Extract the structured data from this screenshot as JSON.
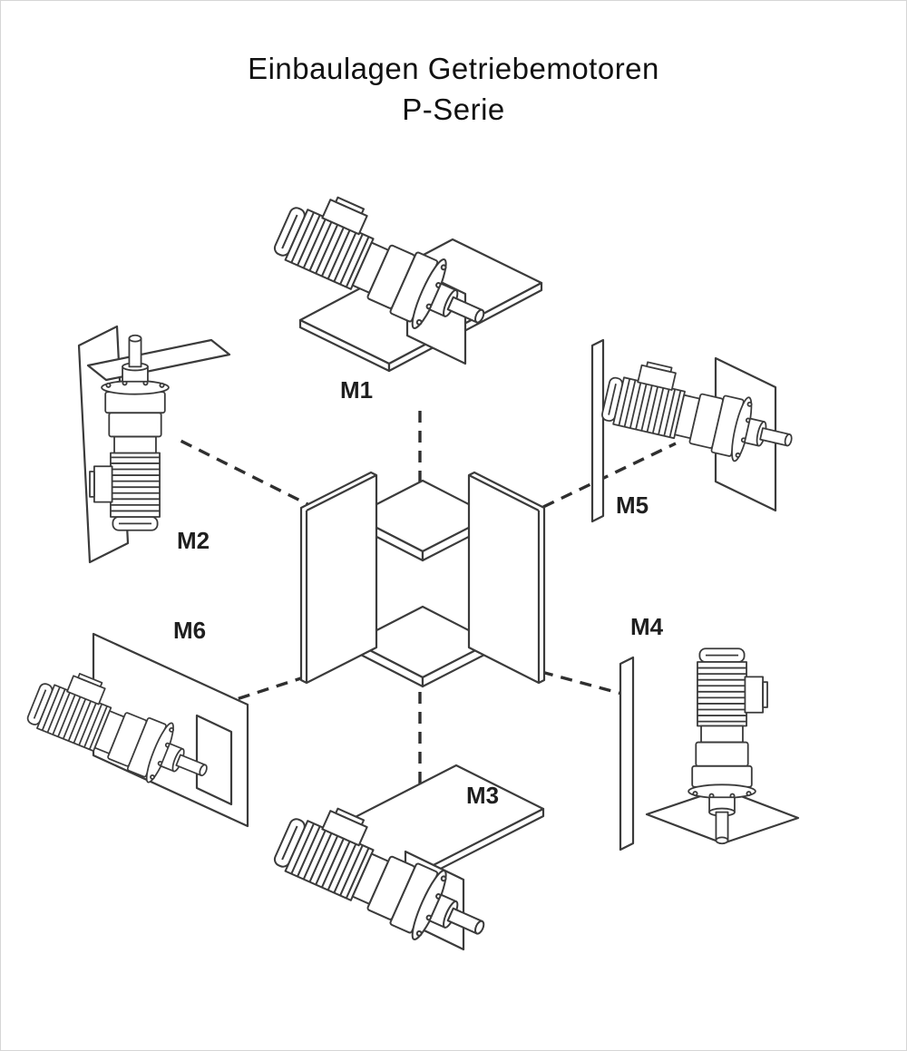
{
  "title": {
    "line1": "Einbaulagen Getriebemotoren",
    "line2": "P-Serie"
  },
  "positions": {
    "m1": "M1",
    "m2": "M2",
    "m3": "M3",
    "m4": "M4",
    "m5": "M5",
    "m6": "M6"
  },
  "colors": {
    "line": "#3b3b3b",
    "dashed_line": "#2f2f2f",
    "background": "#ffffff",
    "text": "#1f1f1f"
  }
}
